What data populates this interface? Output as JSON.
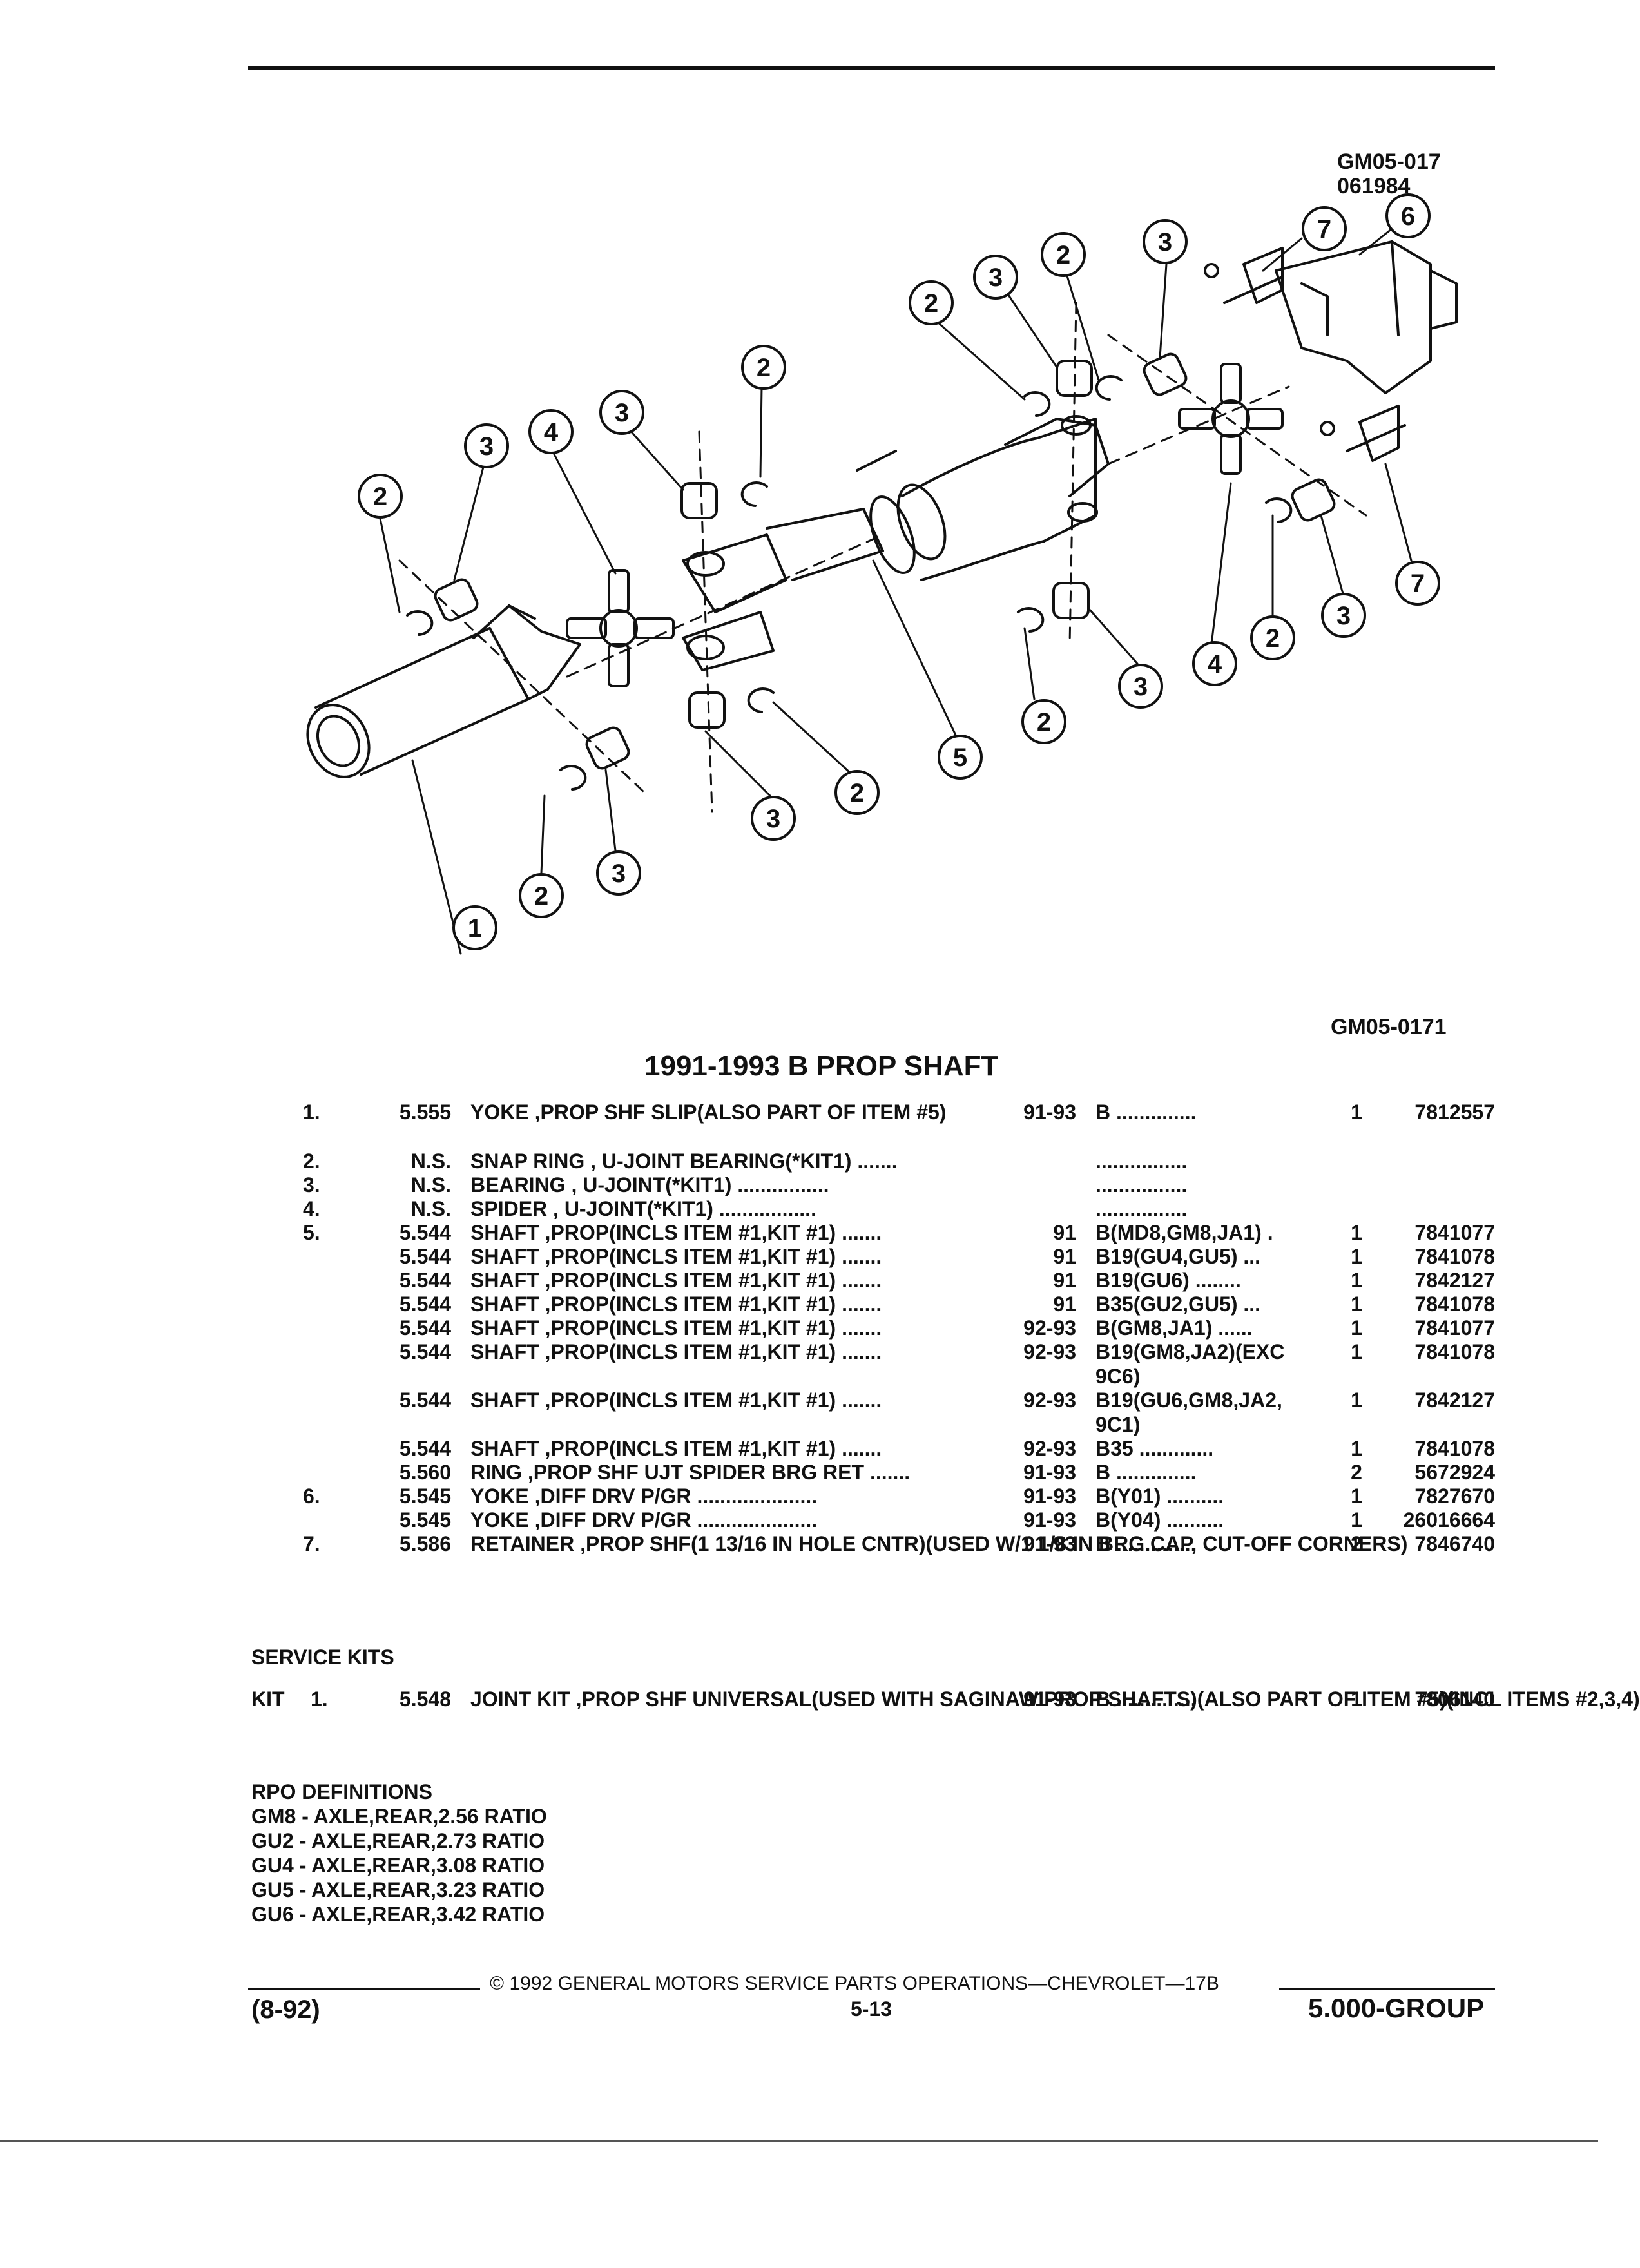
{
  "figure": {
    "ref_top_1": "GM05-017",
    "ref_top_2": "061984",
    "ref_bottom": "GM05-0171",
    "callouts": [
      {
        "id": "c1",
        "label": "1"
      },
      {
        "id": "c2a",
        "label": "2"
      },
      {
        "id": "c2b",
        "label": "2"
      },
      {
        "id": "c2c",
        "label": "2"
      },
      {
        "id": "c2d",
        "label": "2"
      },
      {
        "id": "c2e",
        "label": "2"
      },
      {
        "id": "c2f",
        "label": "2"
      },
      {
        "id": "c2g",
        "label": "2"
      },
      {
        "id": "c2h",
        "label": "2"
      },
      {
        "id": "c3a",
        "label": "3"
      },
      {
        "id": "c3b",
        "label": "3"
      },
      {
        "id": "c3c",
        "label": "3"
      },
      {
        "id": "c3d",
        "label": "3"
      },
      {
        "id": "c3e",
        "label": "3"
      },
      {
        "id": "c3f",
        "label": "3"
      },
      {
        "id": "c3g",
        "label": "3"
      },
      {
        "id": "c3h",
        "label": "3"
      },
      {
        "id": "c4a",
        "label": "4"
      },
      {
        "id": "c4b",
        "label": "4"
      },
      {
        "id": "c5",
        "label": "5"
      },
      {
        "id": "c6",
        "label": "6"
      },
      {
        "id": "c7a",
        "label": "7"
      },
      {
        "id": "c7b",
        "label": "7"
      }
    ]
  },
  "title": "1991-1993 B PROP SHAFT",
  "parts": [
    {
      "item": "1.",
      "group": "5.555",
      "desc_bold": "YOKE",
      "desc": " ,PROP SHF SLIP(ALSO PART OF ITEM #5)",
      "year": "91-93",
      "series": "B ..............",
      "qty": "1",
      "part": "7812557"
    },
    {
      "item": "2.",
      "group": "N.S.",
      "desc_bold": "SNAP RING",
      "desc": " , U-JOINT BEARING(*KIT1) .......",
      "year": "",
      "series": "................",
      "qty": "",
      "part": ""
    },
    {
      "item": "3.",
      "group": "N.S.",
      "desc_bold": "BEARING",
      "desc": " , U-JOINT(*KIT1) ................",
      "year": "",
      "series": "................",
      "qty": "",
      "part": ""
    },
    {
      "item": "4.",
      "group": "N.S.",
      "desc_bold": "SPIDER",
      "desc": " , U-JOINT(*KIT1) .................",
      "year": "",
      "series": "................",
      "qty": "",
      "part": ""
    },
    {
      "item": "5.",
      "group": "5.544",
      "desc_bold": "SHAFT",
      "desc": " ,PROP(INCLS ITEM #1,KIT #1) .......",
      "year": "91",
      "series": "B(MD8,GM8,JA1) .",
      "qty": "1",
      "part": "7841077"
    },
    {
      "item": "",
      "group": "5.544",
      "desc_bold": "SHAFT",
      "desc": " ,PROP(INCLS ITEM #1,KIT #1) .......",
      "year": "91",
      "series": "B19(GU4,GU5) ...",
      "qty": "1",
      "part": "7841078"
    },
    {
      "item": "",
      "group": "5.544",
      "desc_bold": "SHAFT",
      "desc": " ,PROP(INCLS ITEM #1,KIT #1) .......",
      "year": "91",
      "series": "B19(GU6) ........",
      "qty": "1",
      "part": "7842127"
    },
    {
      "item": "",
      "group": "5.544",
      "desc_bold": "SHAFT",
      "desc": " ,PROP(INCLS ITEM #1,KIT #1) .......",
      "year": "91",
      "series": "B35(GU2,GU5) ...",
      "qty": "1",
      "part": "7841078"
    },
    {
      "item": "",
      "group": "5.544",
      "desc_bold": "SHAFT",
      "desc": " ,PROP(INCLS ITEM #1,KIT #1) .......",
      "year": "92-93",
      "series": "B(GM8,JA1) ......",
      "qty": "1",
      "part": "7841077"
    },
    {
      "item": "",
      "group": "5.544",
      "desc_bold": "SHAFT",
      "desc": " ,PROP(INCLS ITEM #1,KIT #1) .......",
      "year": "92-93",
      "series": "B19(GM8,JA2)(EXC 9C6)",
      "qty": "1",
      "part": "7841078"
    },
    {
      "item": "",
      "group": "5.544",
      "desc_bold": "SHAFT",
      "desc": " ,PROP(INCLS ITEM #1,KIT #1) .......",
      "year": "92-93",
      "series": "B19(GU6,GM8,JA2, 9C1)",
      "qty": "1",
      "part": "7842127"
    },
    {
      "item": "",
      "group": "5.544",
      "desc_bold": "SHAFT",
      "desc": " ,PROP(INCLS ITEM #1,KIT #1) .......",
      "year": "92-93",
      "series": "B35 .............",
      "qty": "1",
      "part": "7841078"
    },
    {
      "item": "",
      "group": "5.560",
      "desc_bold": "RING",
      "desc": " ,PROP SHF UJT SPIDER BRG RET .......",
      "year": "91-93",
      "series": "B ..............",
      "qty": "2",
      "part": "5672924"
    },
    {
      "item": "6.",
      "group": "5.545",
      "desc_bold": "YOKE",
      "desc": " ,DIFF DRV P/GR .....................",
      "year": "91-93",
      "series": "B(Y01) ..........",
      "qty": "1",
      "part": "7827670"
    },
    {
      "item": "",
      "group": "5.545",
      "desc_bold": "YOKE",
      "desc": " ,DIFF DRV P/GR .....................",
      "year": "91-93",
      "series": "B(Y04) ..........",
      "qty": "1",
      "part": "26016664"
    },
    {
      "item": "7.",
      "group": "5.586",
      "desc_bold": "RETAINER",
      "desc": " ,PROP SHF(1 13/16 IN HOLE CNTR)(USED W/1 1/8 IN BRG CAP, CUT-OFF CORNERS)",
      "year": "91-93",
      "series": "B ..............",
      "qty": "2",
      "part": "7846740"
    }
  ],
  "service_kits": {
    "heading": "SERVICE KITS",
    "kit_label": "KIT",
    "item": "1.",
    "group": "5.548",
    "desc_bold": "JOINT KIT",
    "desc": " ,PROP SHF UNIVERSAL(USED WITH SAGINAW PROP SHAFTS)(ALSO PART OF ITEM #5)(INCL ITEMS #2,3,4)",
    "year": "91-93",
    "series": "B ..............",
    "qty": "1",
    "part": "7806140"
  },
  "rpo": {
    "heading": "RPO DEFINITIONS",
    "items": [
      "GM8 - AXLE,REAR,2.56 RATIO",
      "GU2 - AXLE,REAR,2.73 RATIO",
      "GU4 - AXLE,REAR,3.08 RATIO",
      "GU5 - AXLE,REAR,3.23 RATIO",
      "GU6 - AXLE,REAR,3.42 RATIO"
    ]
  },
  "footer": {
    "copyright": "© 1992 GENERAL MOTORS SERVICE PARTS OPERATIONS—CHEVROLET—17B",
    "date": "(8-92)",
    "page": "5-13",
    "group": "5.000-GROUP"
  }
}
